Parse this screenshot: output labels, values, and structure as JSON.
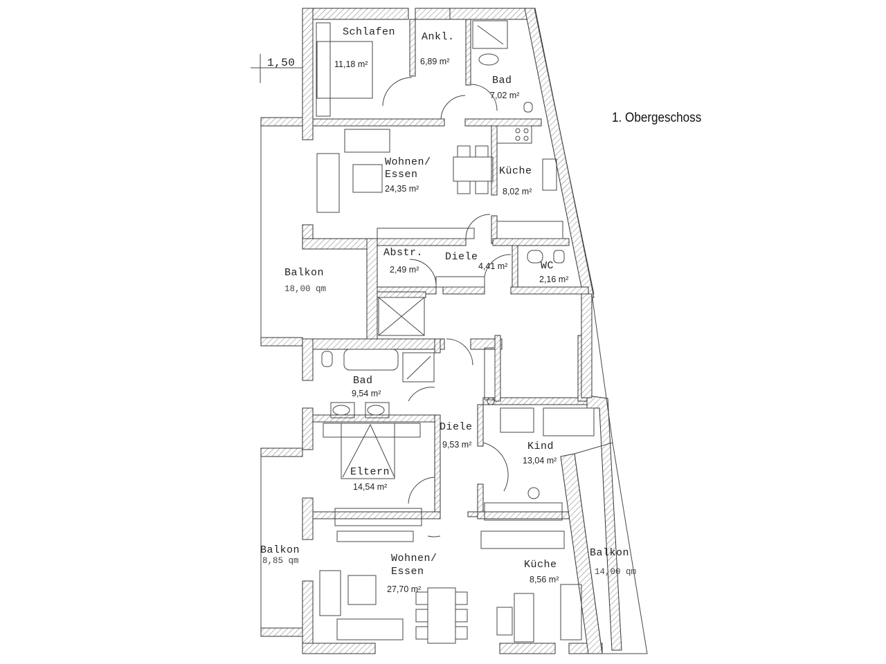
{
  "title": "1. Obergeschoss",
  "dimension": "1,50",
  "area_unit": "m²",
  "upper_unit": {
    "rooms": [
      {
        "name": "Schlafen",
        "area": "11,18 m²"
      },
      {
        "name": "Ankl.",
        "area": "6,89 m²"
      },
      {
        "name": "Bad",
        "area": "7,02 m²"
      },
      {
        "name": "Wohnen/",
        "name2": "Essen",
        "area": "24,35 m²"
      },
      {
        "name": "Küche",
        "area": "8,02 m²"
      },
      {
        "name": "Abstr.",
        "area": "2,49 m²"
      },
      {
        "name": "Diele",
        "area": "4,41 m²"
      },
      {
        "name": "WC",
        "area": "2,16 m²"
      }
    ],
    "balcony": {
      "name": "Balkon",
      "size": "18,00 qm"
    }
  },
  "lower_unit": {
    "rooms": [
      {
        "name": "Bad",
        "area": "9,54 m²"
      },
      {
        "name": "Diele",
        "area": "9,53 m²"
      },
      {
        "name": "Kind",
        "area": "13,04 m²"
      },
      {
        "name": "Eltern",
        "area": "14,54 m²"
      },
      {
        "name": "Wohnen/",
        "name2": "Essen",
        "area": "27,70 m²"
      },
      {
        "name": "Küche",
        "area": "8,56 m²"
      }
    ],
    "balcony_left": {
      "name": "Balkon",
      "size": "8,85 qm"
    },
    "balcony_right": {
      "name": "Balkon",
      "size": "14,00 qm"
    }
  }
}
